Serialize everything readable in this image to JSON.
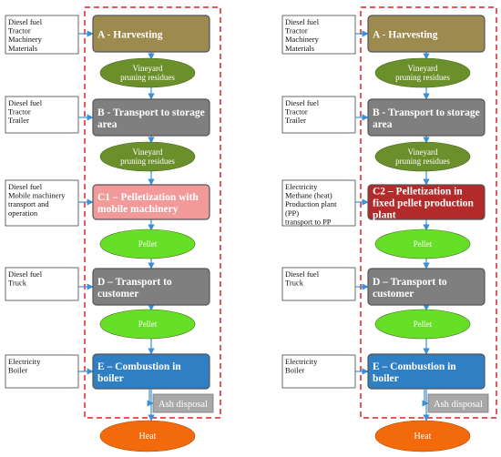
{
  "diagrams": [
    {
      "inputs": [
        [
          "Diesel fuel",
          "Tractor",
          "Machinery",
          "Materials"
        ],
        [
          "Diesel fuel",
          "Tractor",
          "Trailer"
        ],
        [
          "Diesel fuel",
          "Mobile machinery",
          "transport and",
          "operation"
        ],
        [
          "Diesel fuel",
          "Truck"
        ],
        [
          "Electricity",
          "Boiler"
        ]
      ],
      "steps": [
        {
          "lines": [
            "A - Harvesting"
          ],
          "color": "#9c8a4e"
        },
        {
          "lines": [
            "B - Transport to storage",
            "area"
          ],
          "color": "#7f7f7f"
        },
        {
          "lines": [
            "C1 – Pelletization with",
            "mobile machinery"
          ],
          "color": "#f29a9a"
        },
        {
          "lines": [
            "D – Transport to",
            "customer"
          ],
          "color": "#7f7f7f"
        },
        {
          "lines": [
            "E – Combustion in",
            "boiler"
          ],
          "color": "#2e7fc4"
        }
      ],
      "products": [
        {
          "lines": [
            "Vineyard",
            "pruning residues"
          ],
          "color": "#6b8f2a"
        },
        {
          "lines": [
            "Vineyard",
            "pruning residues"
          ],
          "color": "#6b8f2a"
        },
        {
          "lines": [
            "Pellet"
          ],
          "color": "#66e026"
        },
        {
          "lines": [
            "Pellet"
          ],
          "color": "#66e026"
        }
      ],
      "ash": "Ash disposal",
      "heat": "Heat"
    },
    {
      "inputs": [
        [
          "Diesel fuel",
          "Tractor",
          "Machinery",
          "Materials"
        ],
        [
          "Diesel fuel",
          "Tractor",
          "Trailer"
        ],
        [
          "Electricity",
          "Methane (heat)",
          "Production plant",
          "(PP)",
          "transport to PP"
        ],
        [
          "Diesel fuel",
          "Truck"
        ],
        [
          "Electricity",
          "Boiler"
        ]
      ],
      "steps": [
        {
          "lines": [
            "A - Harvesting"
          ],
          "color": "#9c8a4e"
        },
        {
          "lines": [
            "B - Transport to storage",
            "area"
          ],
          "color": "#7f7f7f"
        },
        {
          "lines": [
            "C2 – Pelletization in",
            "fixed pellet production",
            "plant"
          ],
          "color": "#b22a2a"
        },
        {
          "lines": [
            "D – Transport to",
            "customer"
          ],
          "color": "#7f7f7f"
        },
        {
          "lines": [
            "E – Combustion in",
            "boiler"
          ],
          "color": "#2e7fc4"
        }
      ],
      "products": [
        {
          "lines": [
            "Vineyard",
            "pruning residues"
          ],
          "color": "#6b8f2a"
        },
        {
          "lines": [
            "Vineyard",
            "pruning residues"
          ],
          "color": "#6b8f2a"
        },
        {
          "lines": [
            "Pellet"
          ],
          "color": "#66e026"
        },
        {
          "lines": [
            "Pellet"
          ],
          "color": "#66e026"
        }
      ],
      "ash": "Ash disposal",
      "heat": "Heat"
    }
  ],
  "colors": {
    "dashed_border": "#e02020",
    "arrow": "#3c8fd6",
    "ash_fill": "#a8a8a8",
    "heat_fill": "#f26a0c",
    "box_border": "#555555"
  }
}
